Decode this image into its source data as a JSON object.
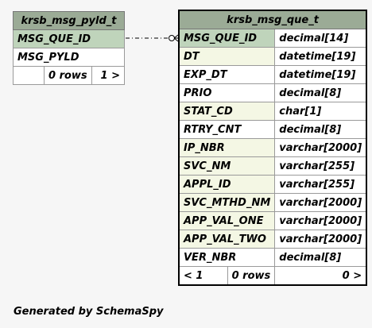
{
  "left_table": {
    "name": "krsb_msg_pyld_t",
    "columns": [
      {
        "name": "MSG_QUE_ID",
        "style": "pk"
      },
      {
        "name": "MSG_PYLD",
        "style": "plain"
      }
    ],
    "footer": {
      "left": "",
      "center": "0 rows",
      "right": "1 >"
    }
  },
  "right_table": {
    "name": "krsb_msg_que_t",
    "columns": [
      {
        "name": "MSG_QUE_ID",
        "type": "decimal[14]",
        "style": "pk"
      },
      {
        "name": "DT",
        "type": "datetime[19]",
        "style": "idx"
      },
      {
        "name": "EXP_DT",
        "type": "datetime[19]",
        "style": "plain"
      },
      {
        "name": "PRIO",
        "type": "decimal[8]",
        "style": "plain"
      },
      {
        "name": "STAT_CD",
        "type": "char[1]",
        "style": "idx"
      },
      {
        "name": "RTRY_CNT",
        "type": "decimal[8]",
        "style": "plain"
      },
      {
        "name": "IP_NBR",
        "type": "varchar[2000]",
        "style": "idx"
      },
      {
        "name": "SVC_NM",
        "type": "varchar[255]",
        "style": "idx"
      },
      {
        "name": "APPL_ID",
        "type": "varchar[255]",
        "style": "idx"
      },
      {
        "name": "SVC_MTHD_NM",
        "type": "varchar[2000]",
        "style": "idx"
      },
      {
        "name": "APP_VAL_ONE",
        "type": "varchar[2000]",
        "style": "idx"
      },
      {
        "name": "APP_VAL_TWO",
        "type": "varchar[2000]",
        "style": "idx"
      },
      {
        "name": "VER_NBR",
        "type": "decimal[8]",
        "style": "plain"
      }
    ],
    "footer": {
      "left": "< 1",
      "center": "0 rows",
      "right": "0 >"
    }
  },
  "footer_text": "Generated by SchemaSpy"
}
